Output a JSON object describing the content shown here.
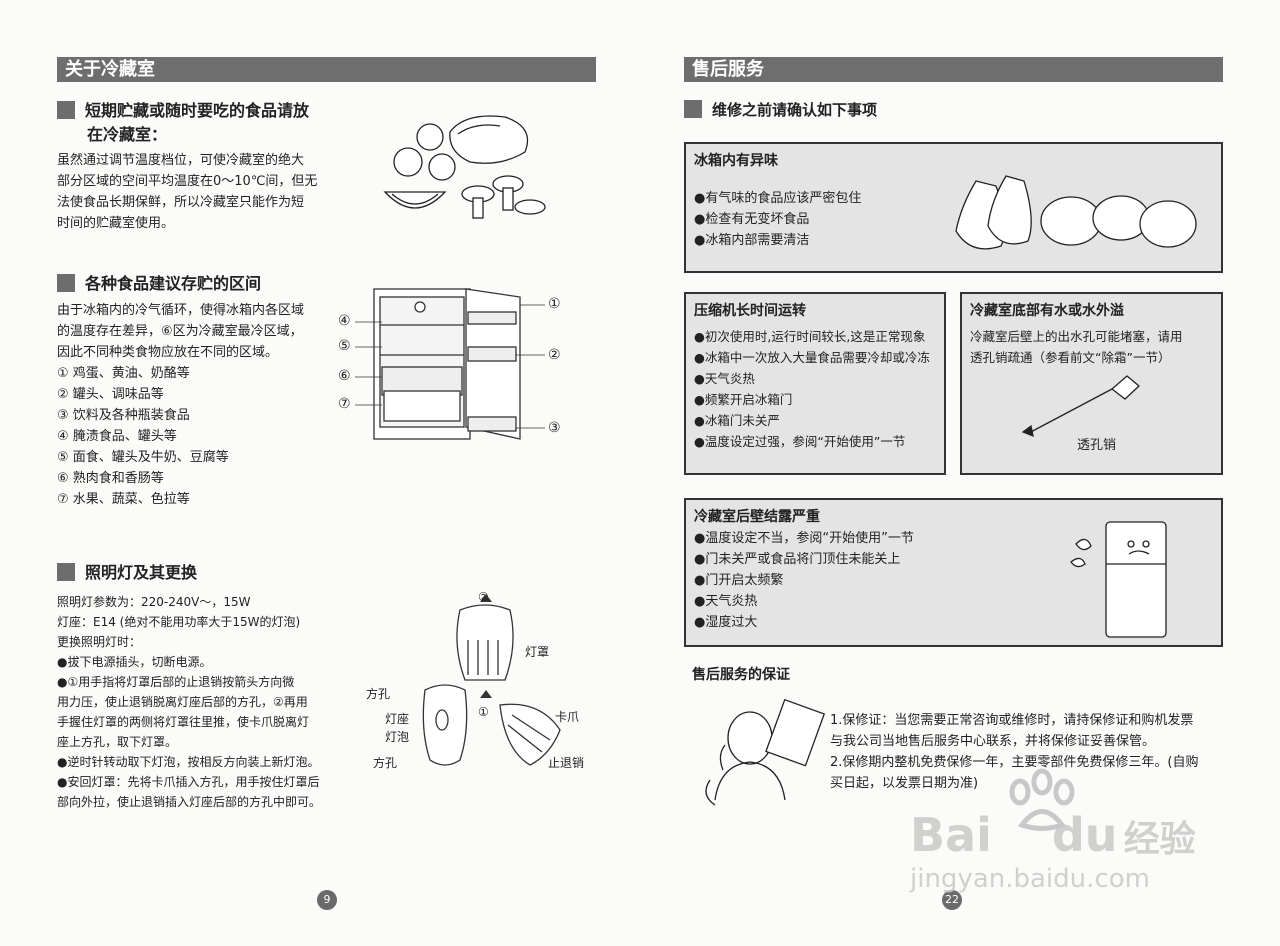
{
  "left": {
    "section_title": "关于冷藏室",
    "short_term": {
      "heading_line1": "短期贮藏或随时要吃的食品请放",
      "heading_line2": "在冷藏室：",
      "body": [
        "虽然通过调节温度档位，可使冷藏室的绝大",
        "部分区域的空间平均温度在0～10℃间，但无",
        "法使食品长期保鲜，所以冷藏室只能作为短",
        "时间的贮藏室使用。"
      ]
    },
    "zones": {
      "heading": "各种食品建议存贮的区间",
      "intro": [
        "由于冰箱内的冷气循环，使得冰箱内各区域",
        "的温度存在差异，⑥区为冷藏室最冷区域，",
        "因此不同种类食物应放在不同的区域。"
      ],
      "items": [
        "① 鸡蛋、黄油、奶酪等",
        "② 罐头、调味品等",
        "③ 饮料及各种瓶装食品",
        "④ 腌渍食品、罐头等",
        "⑤ 面食、罐头及牛奶、豆腐等",
        "⑥ 熟肉食和香肠等",
        "⑦ 水果、蔬菜、色拉等"
      ],
      "diagram_labels": [
        "①",
        "②",
        "③",
        "④",
        "⑤",
        "⑥",
        "⑦"
      ]
    },
    "lamp": {
      "heading": "照明灯及其更换",
      "lines": [
        "照明灯参数为：220-240V～，15W",
        "灯座：E14 (绝对不能用功率大于15W的灯泡)",
        "更换照明灯时："
      ],
      "bullets": [
        "●拔下电源插头，切断电源。",
        "●①用手指将灯罩后部的止退销按箭头方向微",
        "  用力压，使止退销脱离灯座后部的方孔，②再用",
        "  手握住灯罩的两侧将灯罩往里推，使卡爪脱离灯",
        "  座上方孔，取下灯罩。",
        "●逆时针转动取下灯泡，按相反方向装上新灯泡。",
        "●安回灯罩：先将卡爪插入方孔，用手按住灯罩后",
        "  部向外拉，使止退销插入灯座后部的方孔中即可。"
      ],
      "diagram_labels": {
        "cover": "灯罩",
        "square_hole_top": "方孔",
        "socket": "灯座",
        "bulb": "灯泡",
        "square_hole_bottom": "方孔",
        "claw": "卡爪",
        "stop_pin": "止退销",
        "step1": "①",
        "step2": "②"
      }
    },
    "page_number": "9"
  },
  "right": {
    "section_title": "售后服务",
    "check_heading": "维修之前请确认如下事项",
    "box_smell": {
      "title": "冰箱内有异味",
      "bullets": [
        "●有气味的食品应该严密包住",
        "●检查有无变坏食品",
        "●冰箱内部需要清洁"
      ]
    },
    "box_compressor": {
      "title": "压缩机长时间运转",
      "bullets": [
        "●初次使用时,运行时间较长,这是正常现象",
        "●冰箱中一次放入大量食品需要冷却或冷冻",
        "●天气炎热",
        "●频繁开启冰箱门",
        "●冰箱门未关严",
        "●温度设定过强，参阅“开始使用”一节"
      ]
    },
    "box_water": {
      "title": "冷藏室底部有水或水外溢",
      "body": [
        "冷藏室后壁上的出水孔可能堵塞，请用",
        "透孔销疏通（参看前文“除霜”一节）"
      ],
      "tool_label": "透孔销"
    },
    "box_condensation": {
      "title": "冷藏室后壁结露严重",
      "bullets": [
        "●温度设定不当，参阅“开始使用”一节",
        "●门未关严或食品将门顶住未能关上",
        "●门开启太频繁",
        "●天气炎热",
        "●湿度过大"
      ]
    },
    "warranty": {
      "heading": "售后服务的保证",
      "items": [
        "1.保修证：当您需要正常咨询或维修时，请持保修证和购机发票",
        "   与我公司当地售后服务中心联系，并将保修证妥善保管。",
        "2.保修期内整机免费保修一年，主要零部件免费保修三年。(自购",
        "   买日起，以发票日期为准)"
      ]
    },
    "page_number": "22"
  },
  "watermark": {
    "brand": "Bai",
    "brand2": "du",
    "suffix": "经验",
    "url": "jingyan.baidu.com"
  }
}
